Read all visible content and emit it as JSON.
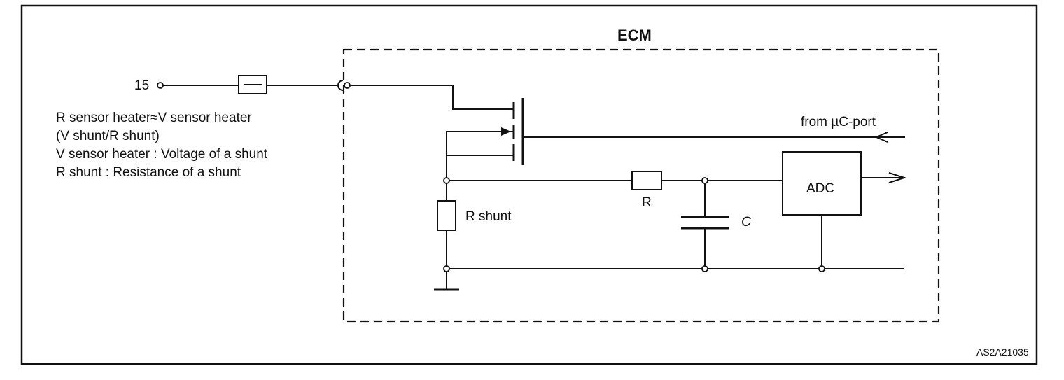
{
  "labels": {
    "ecm": "ECM",
    "terminal": "15",
    "from_port": "from µC-port",
    "adc": "ADC",
    "r_shunt": "R shunt",
    "r": "R",
    "c": "C",
    "figure_code": "AS2A21035"
  },
  "notes": [
    "R sensor heater≈V sensor heater",
    "(V shunt/R shunt)",
    "V sensor heater : Voltage of a shunt",
    "R shunt : Resistance of a shunt"
  ]
}
